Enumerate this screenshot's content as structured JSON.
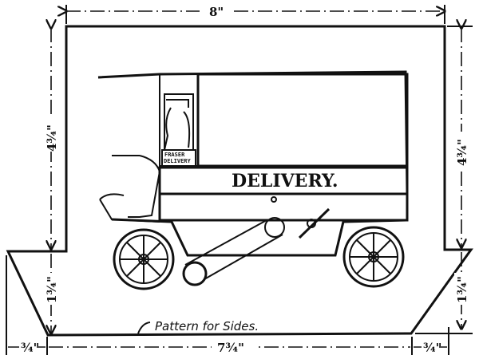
{
  "dimensions": {
    "top_width": "8\"",
    "left_upper_height": "4¾\"",
    "right_upper_height": "4¾\"",
    "left_lower_height": "1¾\"",
    "right_lower_height": "1¾\"",
    "bottom_width": "7¾\"",
    "left_offset": "¾\"",
    "right_offset": "¾\""
  },
  "van": {
    "side_text": "DELIVERY.",
    "cab_sign_line1": "FRASER",
    "cab_sign_line2": "DELIVERY"
  },
  "caption": "Pattern for Sides."
}
